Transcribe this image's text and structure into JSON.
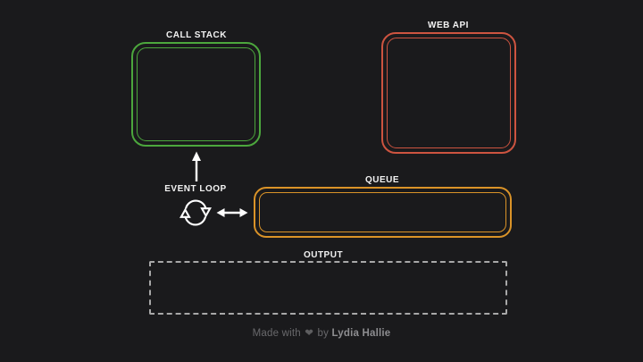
{
  "diagram": {
    "call_stack": {
      "label": "CALL STACK",
      "border_color": "#4ca73d"
    },
    "web_api": {
      "label": "WEB API",
      "border_color": "#cd5440"
    },
    "queue": {
      "label": "QUEUE",
      "border_color": "#da9328"
    },
    "output": {
      "label": "OUTPUT",
      "border_color": "#a8a8a8"
    },
    "event_loop": {
      "label": "EVENT LOOP",
      "icon": "sync-rotating-arrows",
      "arrow_to_call_stack": "arrow-up",
      "arrow_to_queue": "arrow-left-right",
      "arrow_color": "#ffffff"
    },
    "background_color": "#1a1a1c",
    "label_color": "#f2f2f2"
  },
  "footer": {
    "made_with": "Made with",
    "heart": "❤",
    "by": "by",
    "author": "Lydia Hallie"
  }
}
